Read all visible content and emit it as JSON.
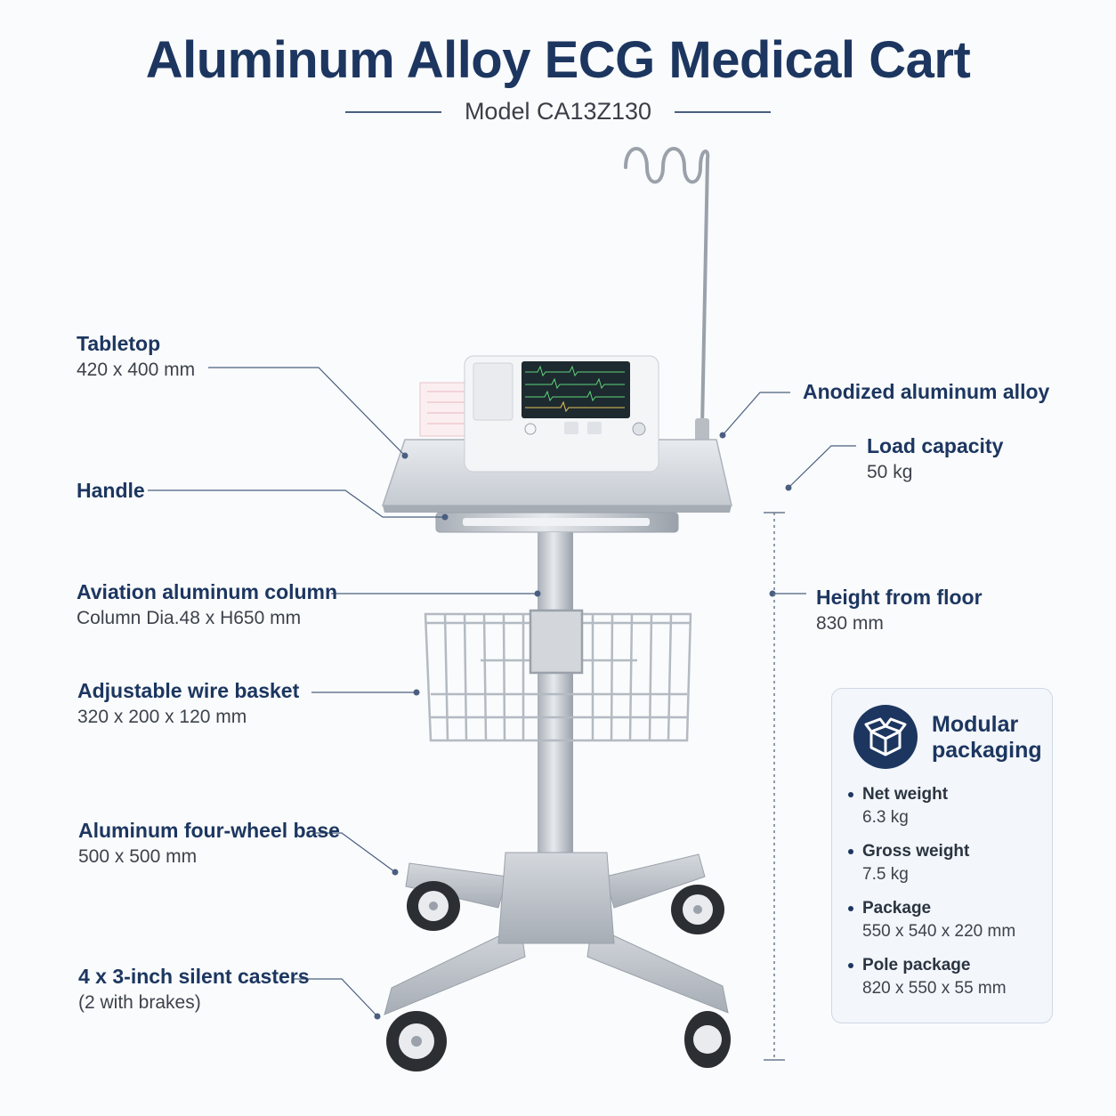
{
  "header": {
    "title": "Aluminum Alloy ECG Medical Cart",
    "model": "Model CA13Z130"
  },
  "callouts": {
    "tabletop": {
      "label": "Tabletop",
      "detail": "420 x 400 mm"
    },
    "handle": {
      "label": "Handle"
    },
    "column": {
      "label": "Aviation aluminum column",
      "detail": "Column Dia.48 x H650 mm"
    },
    "basket": {
      "label": "Adjustable wire basket",
      "detail": "320 x 200 x 120 mm"
    },
    "base": {
      "label": "Aluminum four-wheel base",
      "detail": "500 x 500 mm"
    },
    "casters": {
      "label": "4 x 3-inch silent casters",
      "detail": "(2 with brakes)"
    },
    "material": {
      "label": "Anodized aluminum alloy"
    },
    "load": {
      "label": "Load capacity",
      "detail": "50 kg"
    },
    "height": {
      "label": "Height from floor",
      "detail": "830 mm"
    }
  },
  "packaging": {
    "title": "Modular packaging",
    "icon": "open-box-icon",
    "items": [
      {
        "key": "Net weight",
        "value": "6.3 kg"
      },
      {
        "key": "Gross weight",
        "value": "7.5 kg"
      },
      {
        "key": "Package",
        "value": "550 x 540 x 220 mm"
      },
      {
        "key": "Pole package",
        "value": "820 x 550 x 55 mm"
      }
    ]
  },
  "colors": {
    "navy": "#1c3660",
    "leader": "#4a5f80",
    "aluminum": "#c8cdd4"
  }
}
